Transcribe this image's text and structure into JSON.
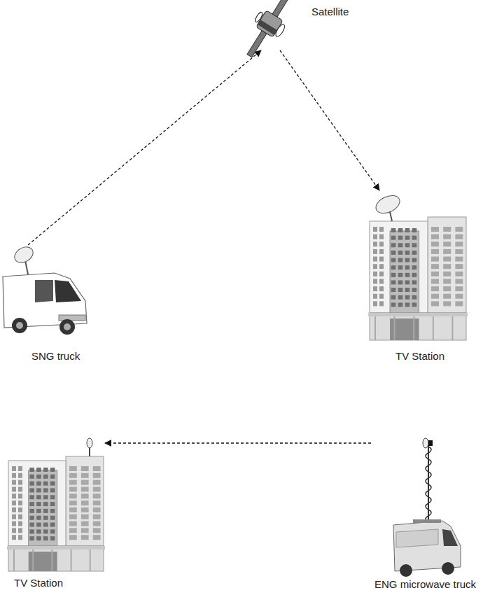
{
  "diagram": {
    "nodes": [
      {
        "text": [
          "Satellite"
        ]
      },
      {
        "text": [
          "SNG truck"
        ]
      },
      {
        "text": [
          "TV Station"
        ]
      },
      {
        "text": [
          "TV Station"
        ]
      },
      {
        "text": [
          "ENG microwave truck"
        ]
      }
    ],
    "edges": [
      {
        "from": 1,
        "to": 0,
        "arrow": "to"
      },
      {
        "from": 0,
        "to": 2,
        "arrow": "to"
      },
      {
        "from": 4,
        "to": 3,
        "arrow": "to"
      }
    ]
  }
}
